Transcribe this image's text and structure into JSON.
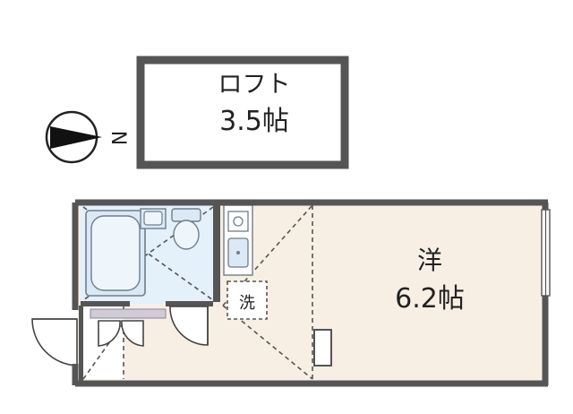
{
  "loft": {
    "label": "ロフト",
    "area": "3.5帖"
  },
  "room": {
    "label": "洋",
    "area": "6.2帖"
  },
  "washer": {
    "label": "洗"
  },
  "compass": {
    "direction": "N"
  },
  "colors": {
    "wall": "#555555",
    "floor": "#f8efe4",
    "wet_area": "#e4f0fa",
    "fixture_fill": "#dbe8f5",
    "fixture_stroke": "#6e7e8c",
    "dashed": "#555555",
    "step": "#d0cbd6"
  }
}
